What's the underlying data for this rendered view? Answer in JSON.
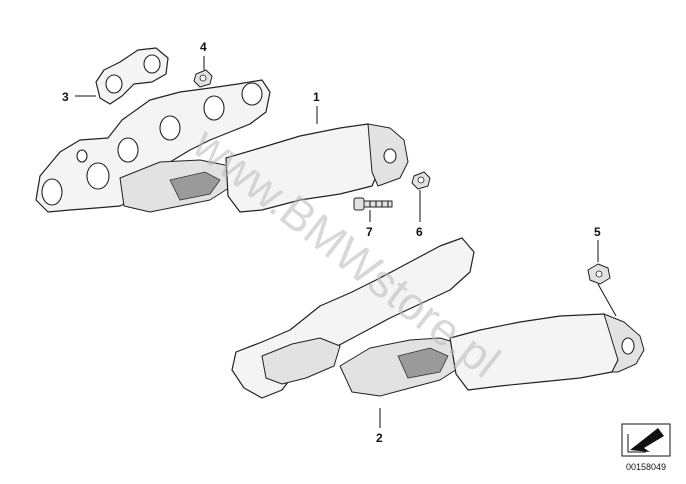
{
  "watermark": "www.BMWstore.pl",
  "callouts": [
    {
      "id": "1",
      "label": "1"
    },
    {
      "id": "2",
      "label": "2"
    },
    {
      "id": "3",
      "label": "3"
    },
    {
      "id": "4",
      "label": "4"
    },
    {
      "id": "5",
      "label": "5"
    },
    {
      "id": "6",
      "label": "6"
    },
    {
      "id": "7",
      "label": "7"
    }
  ],
  "reference_number": "00158049",
  "icons": [
    "arrow-direction-icon"
  ]
}
